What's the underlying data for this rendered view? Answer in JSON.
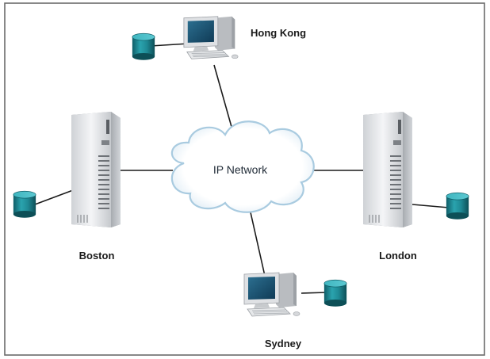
{
  "network": {
    "label": "IP Network"
  },
  "sites": {
    "hong_kong": {
      "label": "Hong Kong",
      "device": "workstation"
    },
    "boston": {
      "label": "Boston",
      "device": "tower-server"
    },
    "london": {
      "label": "London",
      "device": "tower-server"
    },
    "sydney": {
      "label": "Sydney",
      "device": "workstation"
    }
  },
  "icons": {
    "database": "database-cylinder-icon",
    "server": "tower-server-icon",
    "workstation": "desktop-workstation-icon",
    "cloud": "cloud-icon"
  },
  "colors": {
    "database": "#1f8a95",
    "link": "#1a1a1a",
    "frame": "#6b6b6b",
    "cloud_fill": "#ffffff",
    "cloud_edge": "#a9cbe0"
  }
}
